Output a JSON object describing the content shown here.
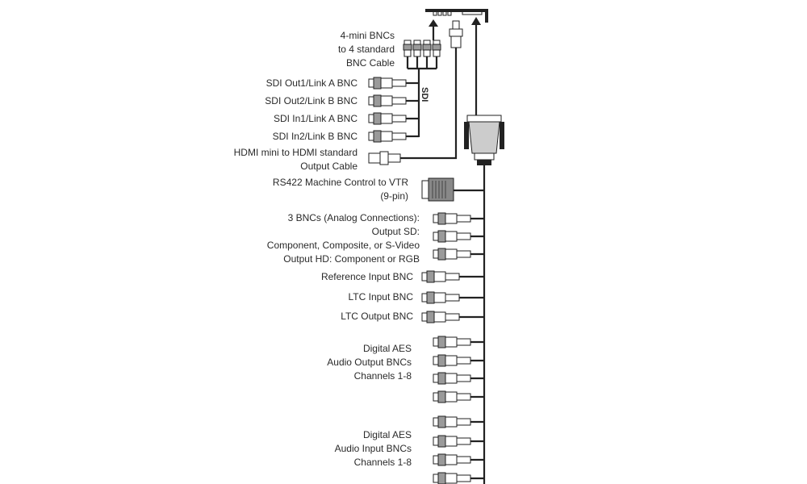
{
  "labels": {
    "mini_bnc": [
      "4-mini BNCs",
      "to 4 standard",
      "BNC Cable"
    ],
    "sdi_group": "SDI",
    "sdi": [
      "SDI Out1/Link A BNC",
      "SDI Out2/Link B BNC",
      "SDI In1/Link A BNC",
      "SDI In2/Link B BNC"
    ],
    "hdmi": [
      "HDMI mini to HDMI standard",
      "Output Cable"
    ],
    "rs422": [
      "RS422 Machine Control to VTR",
      "(9-pin)"
    ],
    "analog": [
      "3 BNCs (Analog Connections):",
      "Output SD:",
      "Component, Composite, or S-Video",
      "Output HD: Component or RGB"
    ],
    "reference": "Reference Input BNC",
    "ltc_in": "LTC Input BNC",
    "ltc_out": "LTC Output BNC",
    "aes_out": [
      "Digital AES",
      "Audio Output BNCs",
      "Channels 1-8"
    ],
    "aes_in": [
      "Digital AES",
      "Audio Input BNCs",
      "Channels 1-8"
    ]
  },
  "colors": {
    "line": "#222222",
    "connector_fill": "#ffffff",
    "connector_shade": "#9a9a9a"
  }
}
